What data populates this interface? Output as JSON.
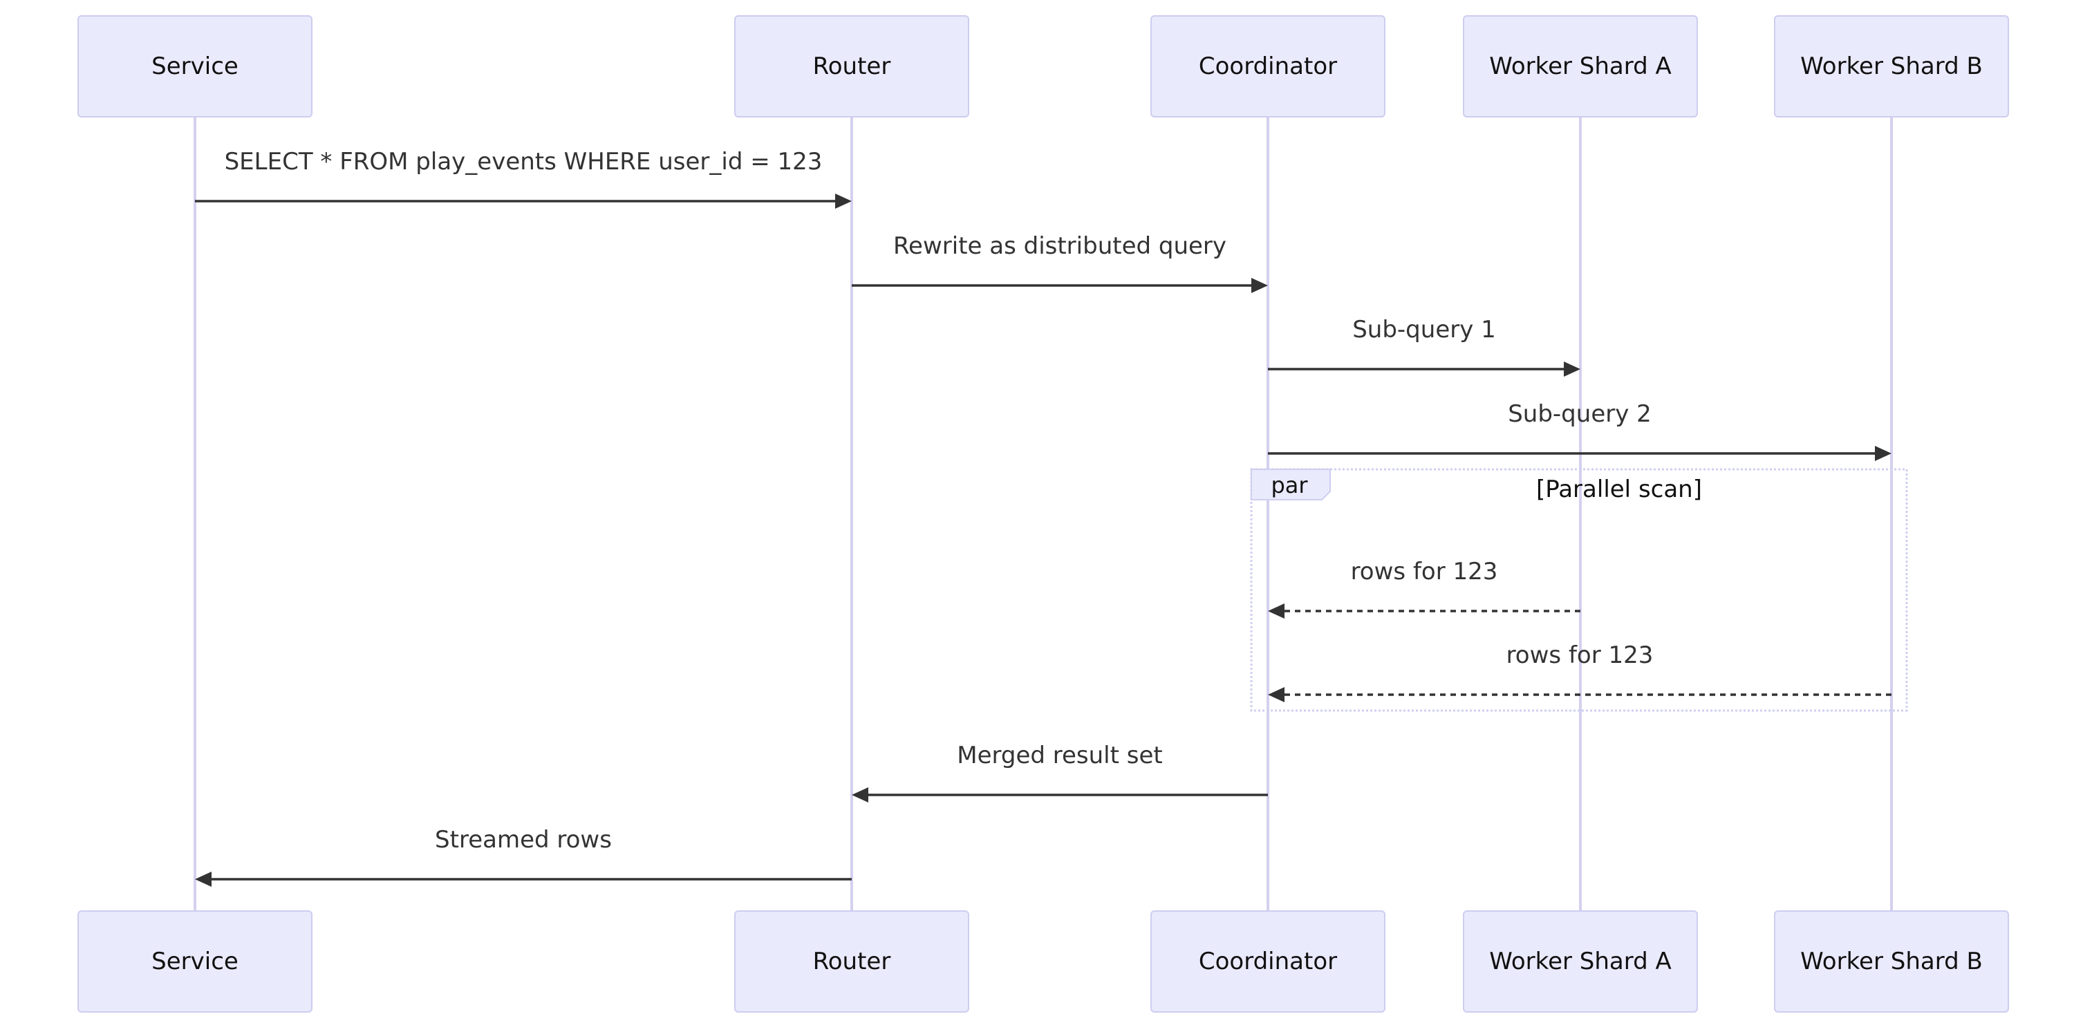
{
  "diagram": {
    "type": "sequence",
    "participants": [
      {
        "id": "service",
        "label": "Service"
      },
      {
        "id": "router",
        "label": "Router"
      },
      {
        "id": "coordinator",
        "label": "Coordinator"
      },
      {
        "id": "shard_a",
        "label": "Worker Shard A"
      },
      {
        "id": "shard_b",
        "label": "Worker Shard B"
      }
    ],
    "messages": [
      {
        "from": "service",
        "to": "router",
        "label": "SELECT * FROM play_events WHERE user_id = 123",
        "style": "solid"
      },
      {
        "from": "router",
        "to": "coordinator",
        "label": "Rewrite as distributed query",
        "style": "solid"
      },
      {
        "from": "coordinator",
        "to": "shard_a",
        "label": "Sub-query 1",
        "style": "solid"
      },
      {
        "from": "coordinator",
        "to": "shard_b",
        "label": "Sub-query 2",
        "style": "solid"
      },
      {
        "from": "shard_a",
        "to": "coordinator",
        "label": "rows for 123",
        "style": "dashed"
      },
      {
        "from": "shard_b",
        "to": "coordinator",
        "label": "rows for 123",
        "style": "dashed"
      },
      {
        "from": "coordinator",
        "to": "router",
        "label": "Merged result set",
        "style": "solid"
      },
      {
        "from": "router",
        "to": "service",
        "label": "Streamed rows",
        "style": "solid"
      }
    ],
    "frames": [
      {
        "type": "par",
        "condition": "[Parallel scan]",
        "messages": [
          4,
          5
        ]
      }
    ]
  }
}
